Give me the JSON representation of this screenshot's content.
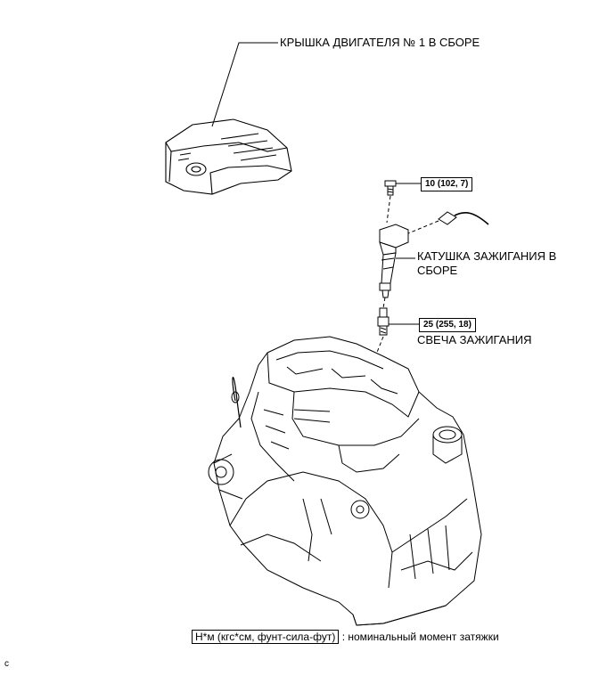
{
  "labels": {
    "engine_cover": "КРЫШКА ДВИГАТЕЛЯ № 1 В СБОРЕ",
    "ignition_coil_line1": "КАТУШКА ЗАЖИГАНИЯ В",
    "ignition_coil_line2": "СБОРЕ",
    "spark_plug": "СВЕЧА ЗАЖИГАНИЯ"
  },
  "torque": {
    "coil_bolt": "10 (102, 7)",
    "spark_plug": "25 (255, 18)"
  },
  "legend": {
    "unit_box": "Н*м (кгс*см, фунт-сила-фут)",
    "description": ": номинальный момент затяжки"
  },
  "corner_code": "c"
}
